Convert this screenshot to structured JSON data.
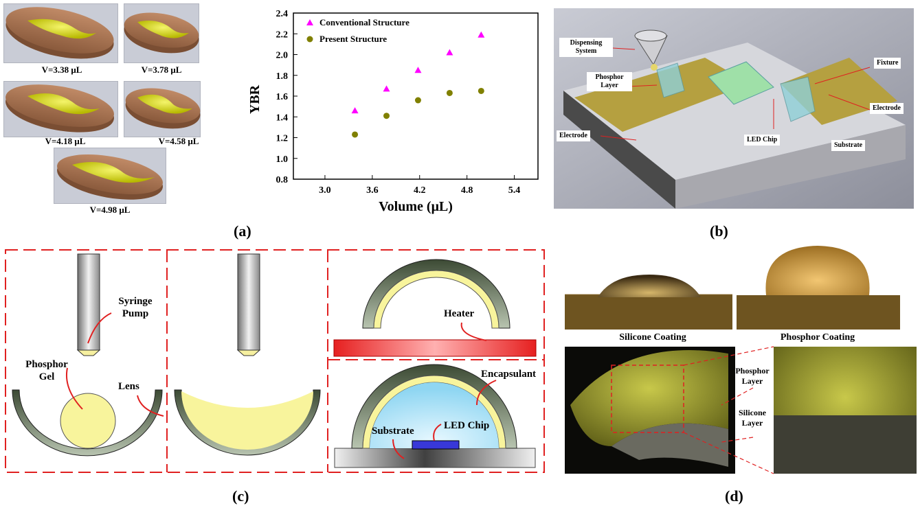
{
  "panel_labels": {
    "a": "(a)",
    "b": "(b)",
    "c": "(c)",
    "d": "(d)"
  },
  "panel_a": {
    "dispense_captions": [
      "V=3.38 μL",
      "V=3.78 μL",
      "V=4.18 μL",
      "V=4.58 μL",
      "V=4.98 μL"
    ]
  },
  "chart_data": {
    "type": "scatter",
    "xlabel": "Volume (μL)",
    "ylabel": "YBR",
    "xlim": [
      2.6,
      5.7
    ],
    "ylim": [
      0.8,
      2.4
    ],
    "xticks": [
      "3.0",
      "3.6",
      "4.2",
      "4.8",
      "5.4"
    ],
    "yticks": [
      "0.8",
      "1.0",
      "1.2",
      "1.4",
      "1.6",
      "1.8",
      "2.0",
      "2.2",
      "2.4"
    ],
    "legend_position": "top-left",
    "series": [
      {
        "name": "Conventional Structure",
        "marker": "triangle",
        "color": "#ff00ff",
        "x": [
          3.38,
          3.78,
          4.18,
          4.58,
          4.98
        ],
        "y": [
          1.46,
          1.67,
          1.85,
          2.02,
          2.19
        ]
      },
      {
        "name": "Present Structure",
        "marker": "circle",
        "color": "#808000",
        "x": [
          3.38,
          3.78,
          4.18,
          4.58,
          4.98
        ],
        "y": [
          1.23,
          1.41,
          1.56,
          1.63,
          1.65
        ]
      }
    ]
  },
  "panel_b": {
    "dispensing_system": "Dispensing System",
    "phosphor_layer": "Phosphor Layer",
    "fixture": "Fixture",
    "electrode_right": "Electrode",
    "electrode_left": "Electrode",
    "led_chip": "LED Chip",
    "substrate": "Substrate"
  },
  "panel_c": {
    "syringe_pump": "Syringe Pump",
    "phosphor_gel": "Phosphor Gel",
    "lens": "Lens",
    "heater": "Heater",
    "encapsulant": "Encapsulant",
    "substrate": "Substrate",
    "led_chip": "LED Chip"
  },
  "panel_d": {
    "silicone_coating": "Silicone Coating",
    "phosphor_coating": "Phosphor Coating",
    "phosphor_layer": "Phosphor Layer",
    "silicone_layer": "Silicone Layer"
  }
}
